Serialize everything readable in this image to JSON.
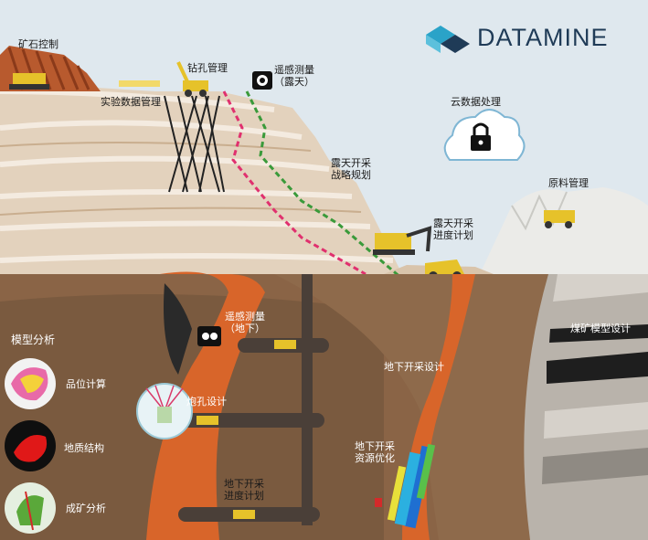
{
  "brand": {
    "name": "DATAMINE",
    "color": "#1f3b57",
    "accent": "#2aa3c8"
  },
  "labels": {
    "ore_control": "矿石控制",
    "lab_data": "实验数据管理",
    "drill_mgmt": "钻孔管理",
    "remote_open_1": "遥感测量",
    "remote_open_2": "（露天）",
    "cloud": "云数据处理",
    "open_pit_strategy_1": "露天开采",
    "open_pit_strategy_2": "战略规划",
    "material_mgmt": "原料管理",
    "open_pit_schedule_1": "露天开采",
    "open_pit_schedule_2": "进度计划",
    "remote_under_1": "遥感测量",
    "remote_under_2": "（地下）",
    "model_analysis": "模型分析",
    "grade_calc": "品位计算",
    "geo_structure": "地质结构",
    "mineralization": "成矿分析",
    "drill_design": "炮孔设计",
    "ug_design": "地下开采设计",
    "coal_model": "煤矿模型设计",
    "ug_resource_1": "地下开采",
    "ug_resource_2": "资源优化",
    "ug_schedule_1": "地下开采",
    "ug_schedule_2": "进度计划"
  },
  "icons": {
    "cloud": "cloud-lock-icon",
    "camera_open": "camera-icon",
    "camera_under": "survey-camera-icon"
  },
  "colors": {
    "sky": "#dfe8ee",
    "bench_light": "#efe3d3",
    "bench_dark": "#d9c4ab",
    "underground": "#8a6446",
    "underground_dark": "#6a4a33",
    "orebody": "#d8652a",
    "shaft": "#4a3f38",
    "survey_pink": "#e0306e",
    "survey_green": "#3a9a3a"
  }
}
